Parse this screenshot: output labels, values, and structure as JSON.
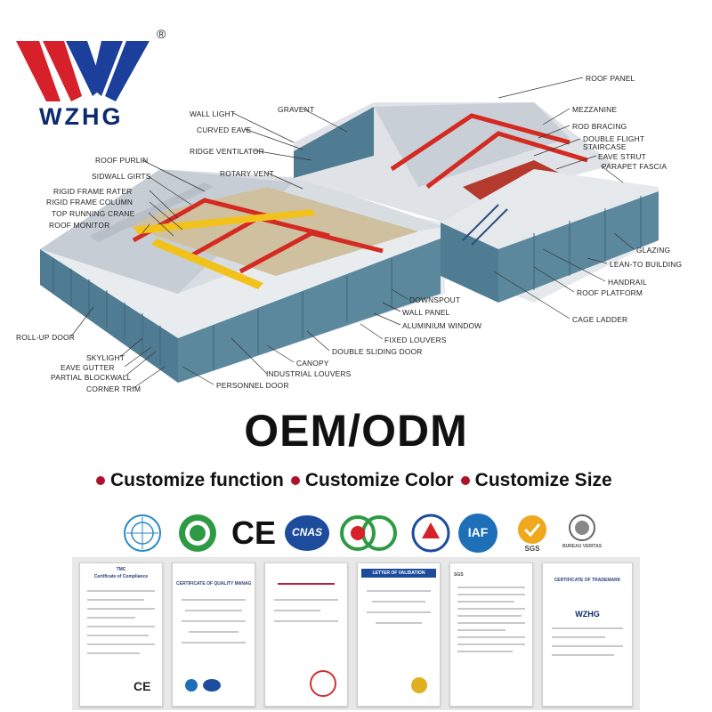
{
  "brand": {
    "name": "WZHG",
    "registered_mark": "®"
  },
  "diagram": {
    "labels_left": [
      "WALL LIGHT",
      "CURVED EAVE",
      "RIDGE VENTILATOR",
      "ROOF PURLIN",
      "SIDWALL GIRTS",
      "ROTARY VENT",
      "RIGID FRAME RATER",
      "RIGID FRAME COLUMN",
      "TOP RUNNING CRANE",
      "ROOF MONITOR",
      "ROLL-UP DOOR",
      "SKYLIGHT",
      "EAVE GUTTER",
      "PARTIAL BLOCKWALL",
      "CORNER TRIM",
      "PERSONNEL DOOR",
      "INDUSTRIAL LOUVERS",
      "CANOPY",
      "DOUBLE SLIDING DOOR",
      "FIXED LOUVERS",
      "ALUMINIUM WINDOW",
      "WALL PANEL",
      "DOWNSPOUT",
      "GRAVENT"
    ],
    "labels_right": [
      "ROOF PANEL",
      "MEZZANINE",
      "ROD BRACING",
      "DOUBLE FLIGHT",
      "STAIRCASE",
      "EAVE STRUT",
      "PARAPET FASCIA",
      "GLAZING",
      "LEAN-TO BUILDING",
      "HANDRAIL",
      "ROOF PLATFORM",
      "CAGE LADDER"
    ]
  },
  "headline": "OEM/ODM",
  "features": [
    "Customize function",
    "Customize Color",
    "Customize Size"
  ],
  "certifications": {
    "icons": [
      "un-emblem-icon",
      "green-seal-icon",
      "ce-mark-icon",
      "cnas-icon",
      "cqc-icon",
      "eagle-seal-icon",
      "iaf-icon",
      "sgs-icon",
      "bureau-veritas-icon"
    ],
    "texts": {
      "ce": "CE",
      "cnas": "CNAS",
      "iaf": "IAF",
      "sgs": "SGS",
      "bv": "BUREAU VERITAS"
    }
  },
  "documents": [
    {
      "title": "Certificate of Compliance",
      "header": "TMC"
    },
    {
      "title": "CERTIFICATE OF QUALITY MANAGEMENT SYSTEM",
      "header": ""
    },
    {
      "title": "",
      "header": ""
    },
    {
      "title": "LETTER OF VALIDATION",
      "header": ""
    },
    {
      "title": "",
      "header": "SGS"
    },
    {
      "title": "CERTIFICATE OF TRADEMARK",
      "header": "WZHG"
    }
  ],
  "colors": {
    "brand_red": "#d6202a",
    "brand_blue": "#1b3f9a",
    "bullet": "#b0122b",
    "wall_blue": "#4f7c92",
    "frame_red": "#d42a22",
    "crane_yellow": "#f2c21a"
  }
}
